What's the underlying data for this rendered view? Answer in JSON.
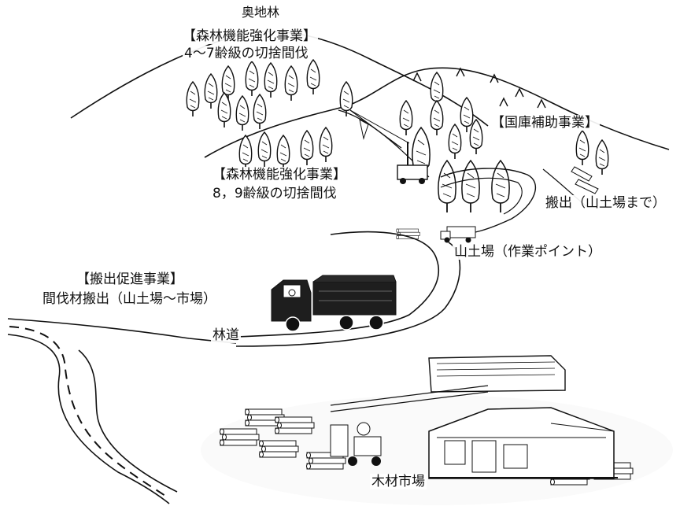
{
  "labels": {
    "okuchi": "奥地林",
    "top_project": "【森林機能強化事業】",
    "top_detail": "4～7齢級の切捨間伐",
    "mid_project": "【森林機能強化事業】",
    "mid_detail": "8，9齢級の切捨間伐",
    "kokko": "【国庫補助事業】",
    "hanshutsu": "搬出（山土場まで）",
    "yamadoba": "山土場（作業ポイント）",
    "promo_project": "【搬出促進事業】",
    "promo_detail": "間伐材搬出（山土場～市場）",
    "rindo": "林道",
    "market": "木材市場"
  },
  "icons": [
    "conifer-tree-icon",
    "cable-yarder-icon",
    "forwarder-icon",
    "log-truck-icon",
    "log-pile-icon",
    "forklift-icon",
    "market-building-icon"
  ],
  "colors": {
    "ink": "#111111",
    "road_fill": "#ffffff",
    "truck": "#1e1e1e"
  }
}
